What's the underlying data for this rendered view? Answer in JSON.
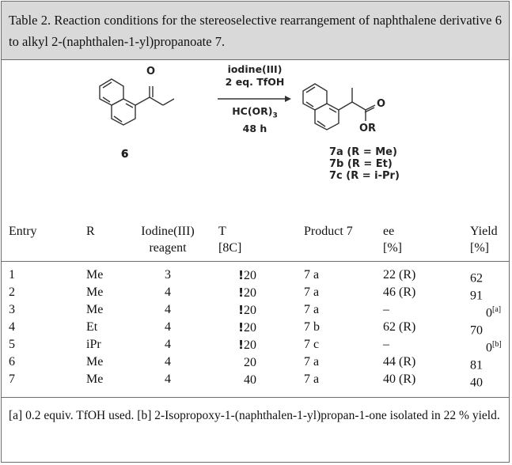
{
  "caption": "Table 2. Reaction conditions for the stereoselective rearrangement of naphthalene derivative 6 to alkyl 2-(naphthalen-1-yl)propanoate 7.",
  "scheme": {
    "reactant_label": "6",
    "arrow_top": [
      "iodine(III)",
      "2 eq. TfOH"
    ],
    "arrow_bottom_reagent": "HC(OR)",
    "arrow_bottom_sub": "3",
    "arrow_bottom_time": "48 h",
    "atom_o": "O",
    "atom_or": "OR",
    "products": [
      "7a (R = Me)",
      "7b (R = Et)",
      "7c (R = i-Pr)"
    ]
  },
  "table": {
    "headers": [
      {
        "l1": "Entry",
        "l2": ""
      },
      {
        "l1": "R",
        "l2": ""
      },
      {
        "l1": "Iodine(III)",
        "l2": "reagent"
      },
      {
        "l1": "T",
        "l2": "[8C]"
      },
      {
        "l1": "Product 7",
        "l2": ""
      },
      {
        "l1": "ee",
        "l2": "[%]"
      },
      {
        "l1": "Yield",
        "l2": "[%]"
      }
    ],
    "rows": [
      {
        "entry": "1",
        "r": "Me",
        "reagent": "3",
        "t_mark": "!",
        "t": "20",
        "product": "7 a",
        "ee": "22 (R)",
        "yield": "62",
        "note": ""
      },
      {
        "entry": "2",
        "r": "Me",
        "reagent": "4",
        "t_mark": "!",
        "t": "20",
        "product": "7 a",
        "ee": "46 (R)",
        "yield": "91",
        "note": ""
      },
      {
        "entry": "3",
        "r": "Me",
        "reagent": "4",
        "t_mark": "!",
        "t": "20",
        "product": "7 a",
        "ee": "–",
        "yield": "0",
        "note": "[a]"
      },
      {
        "entry": "4",
        "r": "Et",
        "reagent": "4",
        "t_mark": "!",
        "t": "20",
        "product": "7 b",
        "ee": "62 (R)",
        "yield": "70",
        "note": ""
      },
      {
        "entry": "5",
        "r": "iPr",
        "reagent": "4",
        "t_mark": "!",
        "t": "20",
        "product": "7 c",
        "ee": "–",
        "yield": "0",
        "note": "[b]"
      },
      {
        "entry": "6",
        "r": "Me",
        "reagent": "4",
        "t_mark": "",
        "t": "20",
        "product": "7 a",
        "ee": "44 (R)",
        "yield": "81",
        "note": ""
      },
      {
        "entry": "7",
        "r": "Me",
        "reagent": "4",
        "t_mark": "",
        "t": "40",
        "product": "7 a",
        "ee": "40 (R)",
        "yield": "40",
        "note": ""
      }
    ]
  },
  "footnote": "[a] 0.2 equiv. TfOH used.   [b] 2-Isopropoxy-1-(naphthalen-1-yl)propan-1-one isolated in 22 % yield."
}
